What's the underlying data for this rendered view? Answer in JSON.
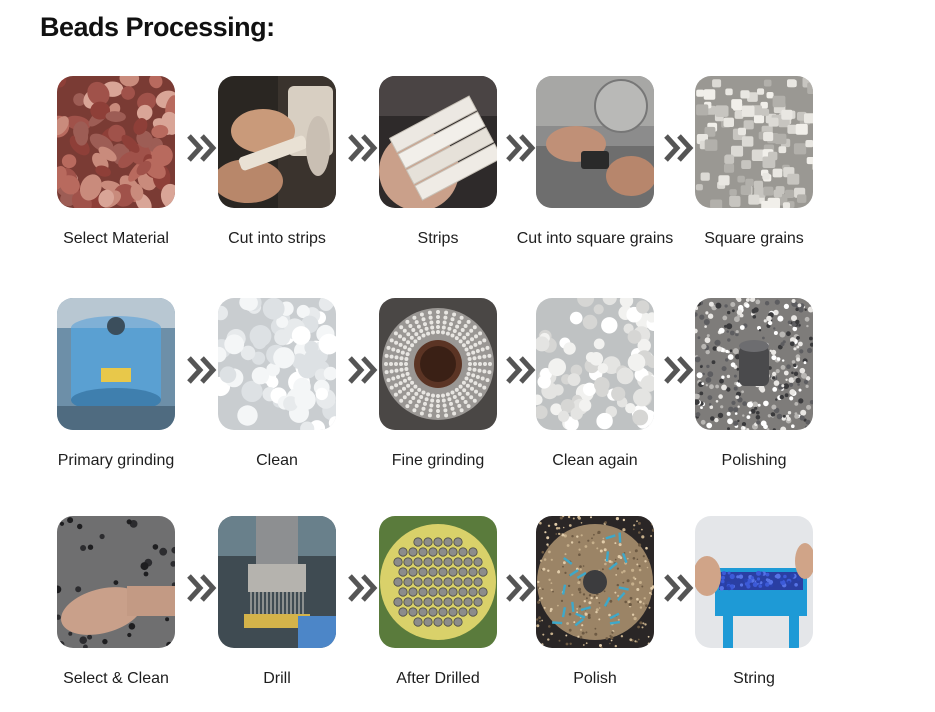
{
  "title": "Beads Processing:",
  "steps": [
    {
      "label": "Select Material",
      "image": "rough-red-stones"
    },
    {
      "label": "Cut into strips",
      "image": "cutting-by-hand"
    },
    {
      "label": "Strips",
      "image": "white-strips-in-hand"
    },
    {
      "label": "Cut into square grains",
      "image": "cutting-machine"
    },
    {
      "label": "Square grains",
      "image": "square-grains-pile"
    },
    {
      "label": "Primary grinding",
      "image": "blue-grinding-machine"
    },
    {
      "label": "Clean",
      "image": "white-round-beads"
    },
    {
      "label": "Fine grinding",
      "image": "grinding-disc"
    },
    {
      "label": "Clean again",
      "image": "white-beads-cleaned"
    },
    {
      "label": "Polishing",
      "image": "polishing-tumbler"
    },
    {
      "label": "Select & Clean",
      "image": "hand-on-beads"
    },
    {
      "label": "Drill",
      "image": "drilling-machine"
    },
    {
      "label": "After Drilled",
      "image": "drilled-bead-tray"
    },
    {
      "label": "Polish",
      "image": "polish-bowl"
    },
    {
      "label": "String",
      "image": "stringing-blue-beads"
    }
  ],
  "arrow_icon": "double-chevron-right-icon",
  "arrow_color": "#555555"
}
